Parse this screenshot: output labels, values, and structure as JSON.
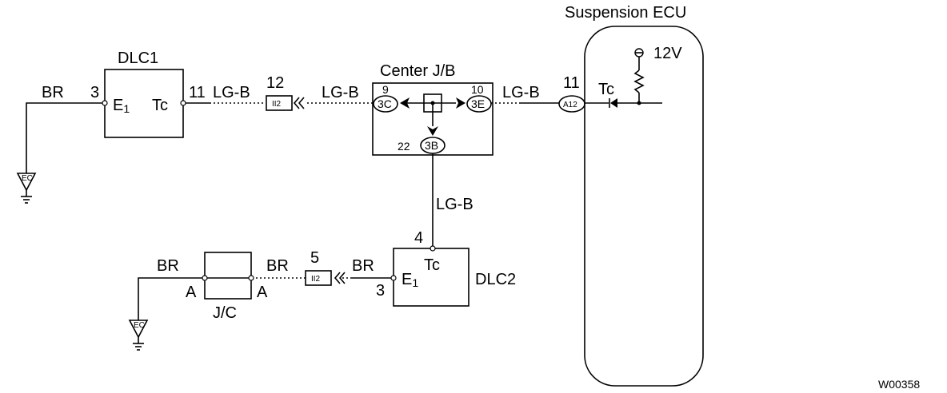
{
  "ecu": {
    "title": "Suspension ECU",
    "voltage": "12V",
    "tc_label": "Tc"
  },
  "dlc1": {
    "title": "DLC1",
    "pin_e1": "3",
    "pin_tc": "11",
    "e1_label": "E",
    "e1_sub": "1",
    "tc_label": "Tc"
  },
  "dlc2": {
    "title": "DLC2",
    "pin_tc": "4",
    "pin_e1": "3",
    "tc_label": "Tc",
    "e1_label": "E",
    "e1_sub": "1"
  },
  "center_jb": {
    "title": "Center J/B",
    "pin_left": "9",
    "pin_right": "10",
    "pin_bottom": "22",
    "conn_left": "3C",
    "conn_right": "3E",
    "conn_bottom": "3B"
  },
  "jc": {
    "title": "J/C",
    "pin_left": "A",
    "pin_right": "A"
  },
  "connectors": {
    "c1_num": "12",
    "c1_code": "II2",
    "c2_num": "5",
    "c2_code": "II2",
    "ecu_num": "11",
    "ecu_code": "A12"
  },
  "wires": {
    "br_1": "BR",
    "lgb_1": "LG-B",
    "lgb_2": "LG-B",
    "lgb_3": "LG-B",
    "lgb_4": "LG-B",
    "br_2": "BR",
    "br_3": "BR",
    "br_4": "BR"
  },
  "grounds": {
    "g1": "EC",
    "g2": "EC"
  },
  "figure_id": "W00358"
}
